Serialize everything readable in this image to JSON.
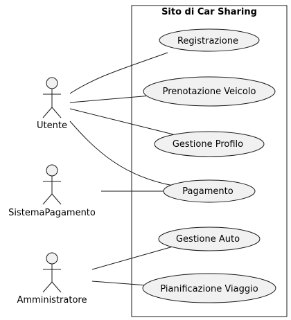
{
  "system": {
    "title": "Sito di Car Sharing"
  },
  "actors": [
    {
      "id": "utente",
      "label": "Utente"
    },
    {
      "id": "sistema",
      "label": "SistemaPagamento"
    },
    {
      "id": "admin",
      "label": "Amministratore"
    }
  ],
  "use_cases": [
    {
      "id": "registrazione",
      "label": "Registrazione"
    },
    {
      "id": "prenotazione",
      "label": "Prenotazione Veicolo"
    },
    {
      "id": "profilo",
      "label": "Gestione Profilo"
    },
    {
      "id": "pagamento",
      "label": "Pagamento"
    },
    {
      "id": "auto",
      "label": "Gestione Auto"
    },
    {
      "id": "viaggio",
      "label": "Pianificazione Viaggio"
    }
  ],
  "associations": [
    {
      "from": "utente",
      "to": "registrazione"
    },
    {
      "from": "utente",
      "to": "prenotazione"
    },
    {
      "from": "utente",
      "to": "profilo"
    },
    {
      "from": "utente",
      "to": "pagamento"
    },
    {
      "from": "sistema",
      "to": "pagamento"
    },
    {
      "from": "admin",
      "to": "auto"
    },
    {
      "from": "admin",
      "to": "viaggio"
    }
  ],
  "colors": {
    "stroke": "#181818",
    "ellipse_fill": "#f1f1f1",
    "actor_fill": "#f1f1f1",
    "boundary_fill": "#ffffff"
  }
}
